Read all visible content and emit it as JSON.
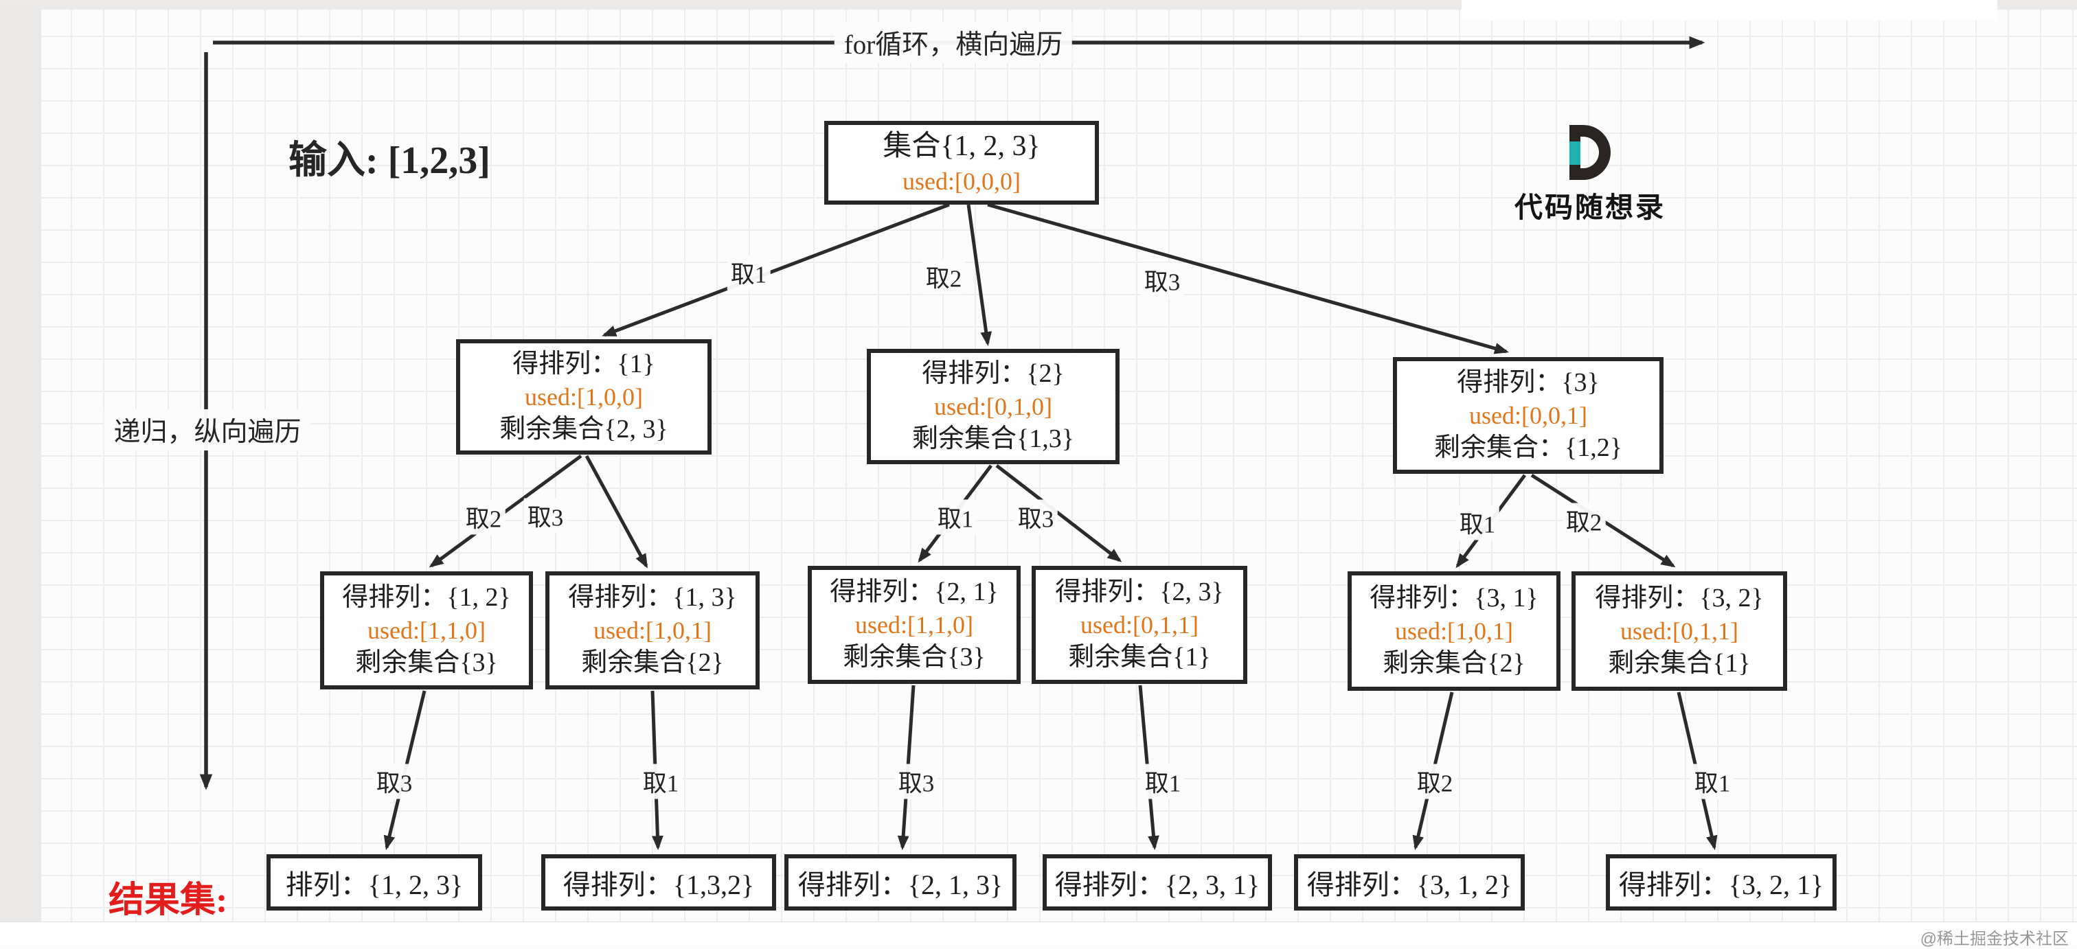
{
  "axes": {
    "horizontal_label": "for循环，横向遍历",
    "vertical_label": "递归，纵向遍历"
  },
  "input_label": "输入: [1,2,3]",
  "result_label": "结果集:",
  "logo": {
    "mark": "D",
    "brand": "代码随想录"
  },
  "watermark": "@稀土掘金技术社区",
  "colors": {
    "used_orange": "#e0761a",
    "result_red": "#e31c1c",
    "line_dark": "#2b2b2b",
    "logo_teal": "#1fb2ad"
  },
  "tree": {
    "root": {
      "title": "集合{1, 2, 3}",
      "used": "used:[0,0,0]"
    },
    "level1_edges": [
      "取1",
      "取2",
      "取3"
    ],
    "level2": [
      {
        "title": "得排列：{1}",
        "used": "used:[1,0,0]",
        "rest": "剩余集合{2, 3}"
      },
      {
        "title": "得排列：{2}",
        "used": "used:[0,1,0]",
        "rest": "剩余集合{1,3}"
      },
      {
        "title": "得排列：{3}",
        "used": "used:[0,0,1]",
        "rest": "剩余集合：{1,2}"
      }
    ],
    "level2_edges": [
      "取2",
      "取3",
      "取1",
      "取3",
      "取1",
      "取2"
    ],
    "level3": [
      {
        "title": "得排列：{1, 2}",
        "used": "used:[1,1,0]",
        "rest": "剩余集合{3}"
      },
      {
        "title": "得排列：{1, 3}",
        "used": "used:[1,0,1]",
        "rest": "剩余集合{2}"
      },
      {
        "title": "得排列：{2, 1}",
        "used": "used:[1,1,0]",
        "rest": "剩余集合{3}"
      },
      {
        "title": "得排列：{2, 3}",
        "used": "used:[0,1,1]",
        "rest": "剩余集合{1}"
      },
      {
        "title": "得排列：{3, 1}",
        "used": "used:[1,0,1]",
        "rest": "剩余集合{2}"
      },
      {
        "title": "得排列：{3, 2}",
        "used": "used:[0,1,1]",
        "rest": "剩余集合{1}"
      }
    ],
    "level3_edges": [
      "取3",
      "取1",
      "取3",
      "取1",
      "取2",
      "取1"
    ],
    "results": [
      "排列：{1, 2, 3}",
      "得排列：{1,3,2}",
      "得排列：{2, 1, 3}",
      "得排列：{2, 3, 1}",
      "得排列：{3, 1, 2}",
      "得排列：{3, 2, 1}"
    ]
  }
}
